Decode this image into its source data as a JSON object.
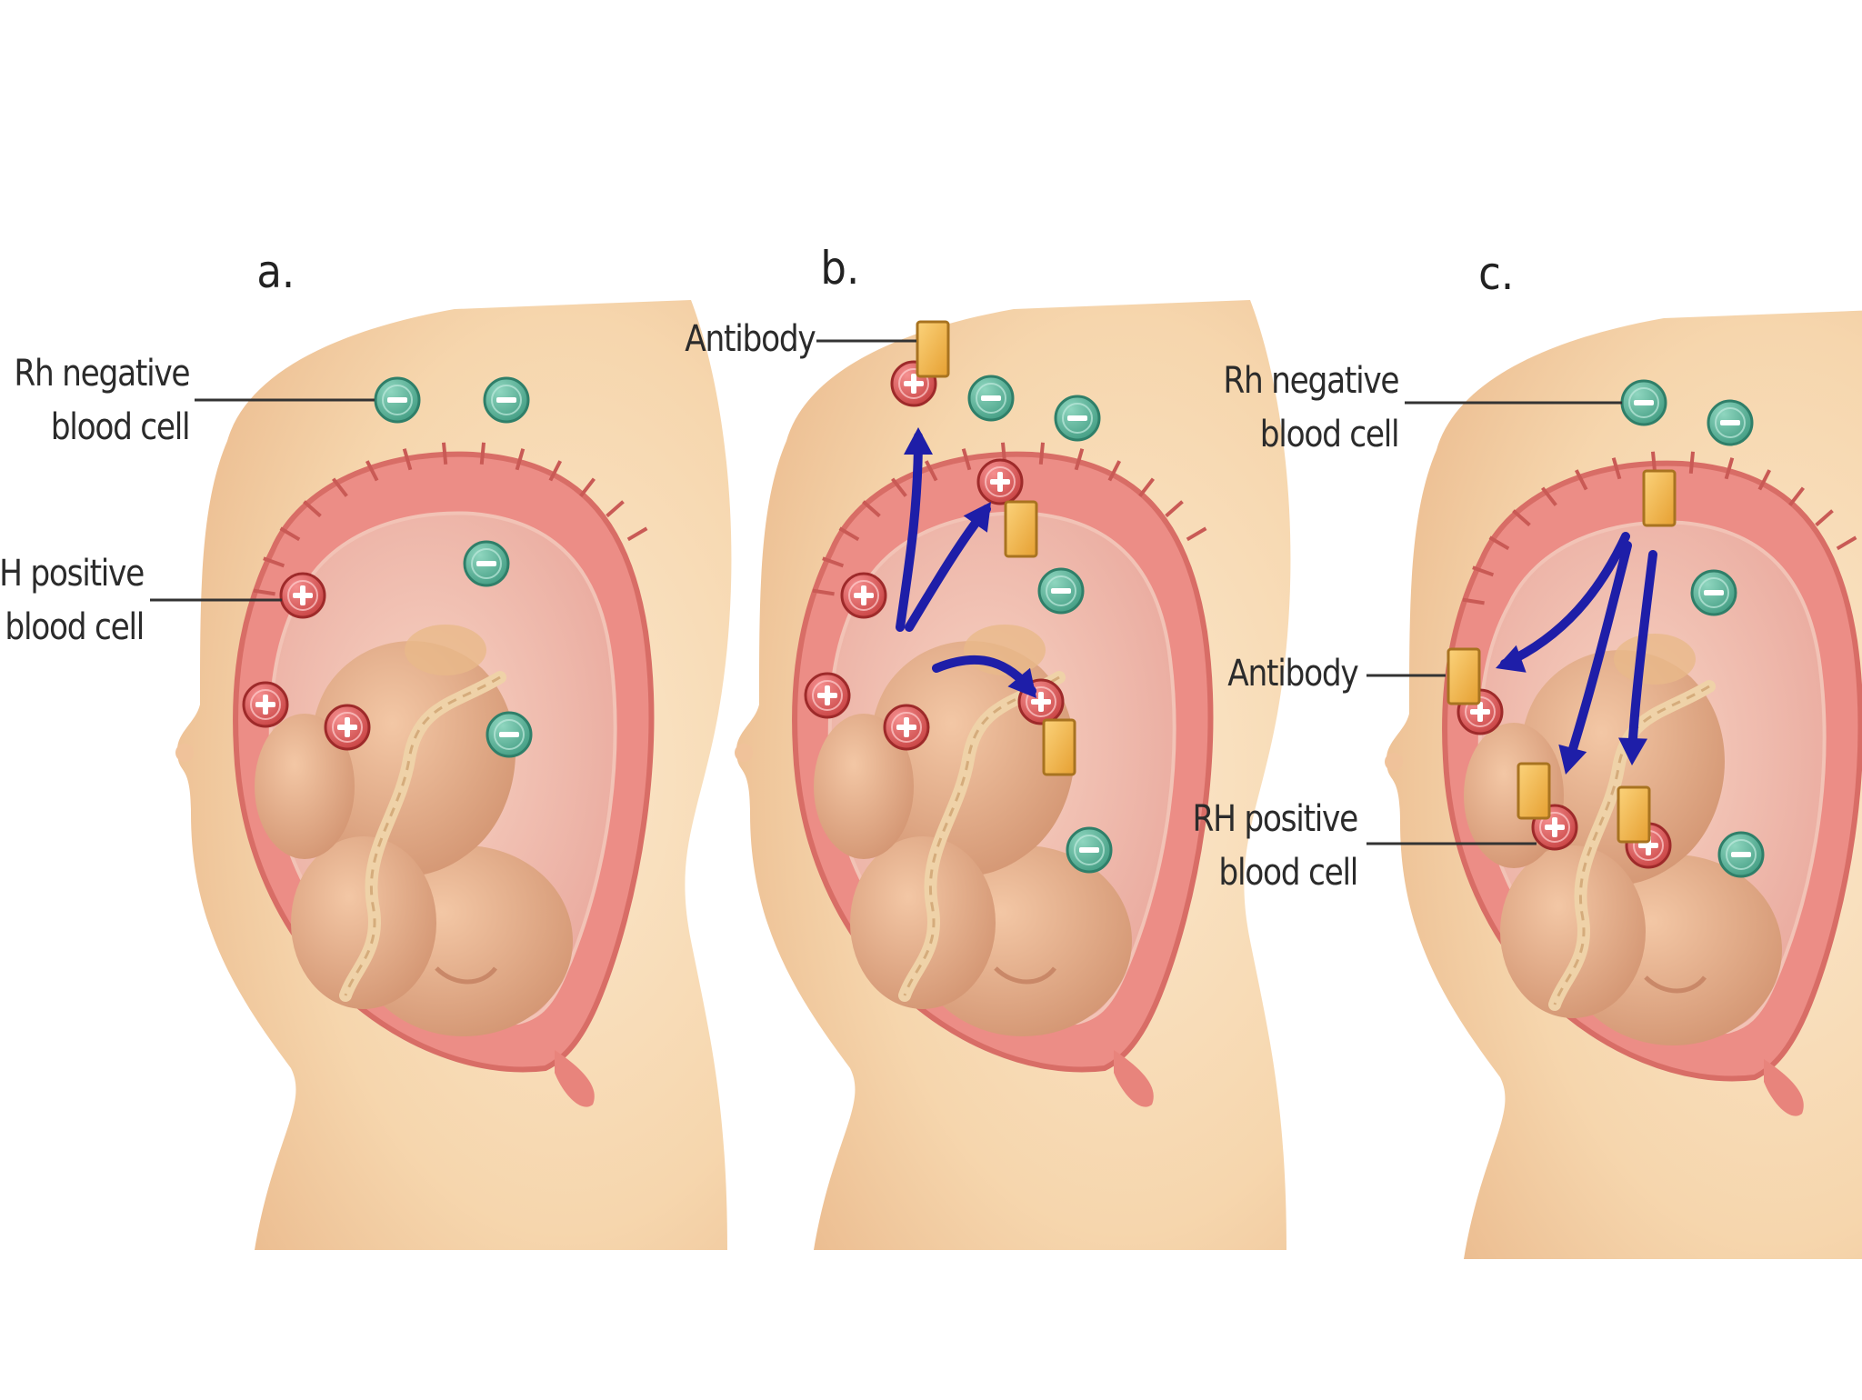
{
  "panels": [
    {
      "letter": "a.",
      "labels": {
        "rh_negative": [
          "Rh negative",
          "blood cell"
        ],
        "rh_positive": [
          "RH positive",
          "blood cell"
        ]
      }
    },
    {
      "letter": "b.",
      "labels": {
        "antibody": "Antibody"
      }
    },
    {
      "letter": "c.",
      "labels": {
        "rh_negative": [
          "Rh negative",
          "blood cell"
        ],
        "antibody": "Antibody",
        "rh_positive": [
          "RH positive",
          "blood cell"
        ]
      }
    }
  ],
  "colors": {
    "skin": "#f6d9b2",
    "skin_shadow": "#e9b98a",
    "uterus": "#ec8d86",
    "uterus_inner": "#f4b8ae",
    "fetus": "#eab08c",
    "fetus_shadow": "#c98868",
    "rh_negative": "#5fb59b",
    "rh_positive": "#e05a5a",
    "antibody": "#f3b84e",
    "arrow": "#1e1ea8"
  },
  "icons": {
    "rh_negative": "minus-circle-icon",
    "rh_positive": "plus-circle-icon",
    "antibody": "square-antibody-icon",
    "arrow": "curved-arrow-icon"
  }
}
